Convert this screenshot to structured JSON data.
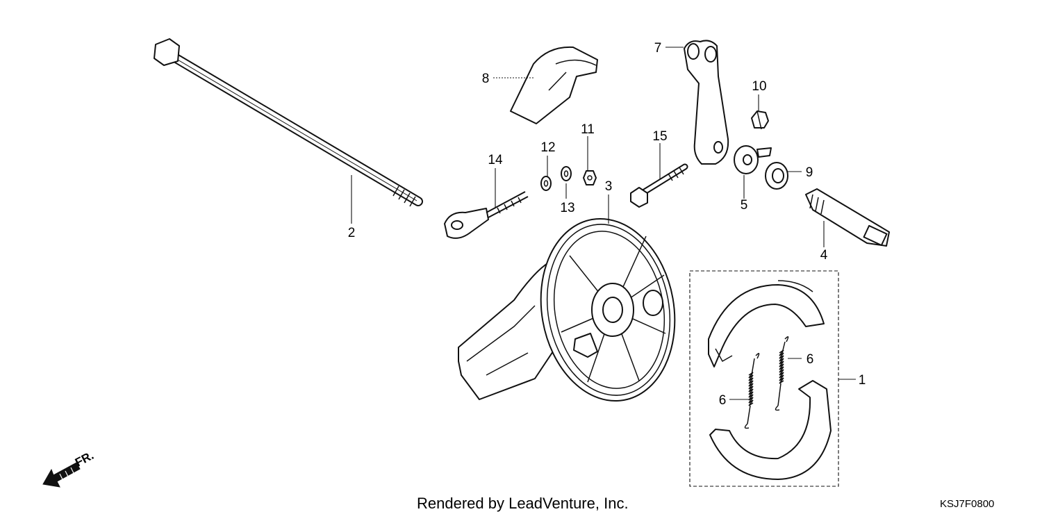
{
  "callouts": {
    "p1": "1",
    "p2": "2",
    "p3": "3",
    "p4": "4",
    "p5": "5",
    "p6a": "6",
    "p6b": "6",
    "p7": "7",
    "p8": "8",
    "p9": "9",
    "p10": "10",
    "p11": "11",
    "p12": "12",
    "p13": "13",
    "p14": "14",
    "p15": "15"
  },
  "direction_label": "FR.",
  "credit": "Rendered by LeadVenture, Inc.",
  "diagram_code": "KSJ7F0800"
}
